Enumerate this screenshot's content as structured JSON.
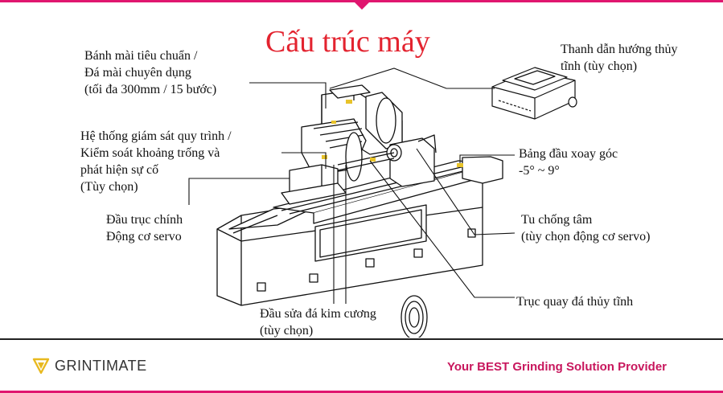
{
  "title": "Cấu trúc máy",
  "labels": {
    "wheel": [
      "Bánh mài tiêu chuẩn /",
      "Đá mài chuyên dụng",
      "(tối đa 300mm / 15 bước)"
    ],
    "guide": [
      "Thanh dẫn hướng thủy",
      "tĩnh (tùy chọn)"
    ],
    "monitor": [
      "Hệ thống giám sát quy trình /",
      "Kiểm soát khoảng trống và",
      "phát hiện sự cố",
      "(Tùy chọn)"
    ],
    "table": [
      "Bảng đầu xoay góc",
      "-5° ~ 9°"
    ],
    "spindle": [
      "Đầu trục chính",
      "Động cơ servo"
    ],
    "tailstock": [
      "Tu chống tâm",
      "(tùy chọn động cơ servo)"
    ],
    "hydro": [
      "Trục quay đá thủy tĩnh"
    ],
    "dresser": [
      "Đầu sửa đá kim cương",
      "(tùy chọn)"
    ]
  },
  "footer": {
    "brand": "GRINTIMATE",
    "slogan": "Your BEST Grinding Solution Provider"
  },
  "colors": {
    "accent": "#e0166f",
    "title": "#e3232f",
    "slogan": "#c8175d",
    "highlight": "#e8c32a"
  }
}
